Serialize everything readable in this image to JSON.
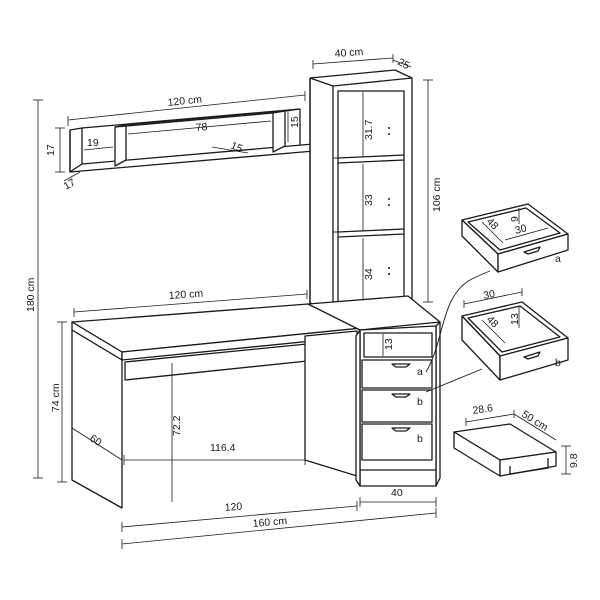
{
  "dimensions": {
    "shelf_width": "120 cm",
    "shelf_inner": "78",
    "shelf_left_compartment": "19",
    "shelf_depth": "15",
    "shelf_side_height": "15",
    "shelf_height": "17",
    "shelf_end_depth": "17",
    "tower_width": "40 cm",
    "tower_depth": "25",
    "tower_height": "106 cm",
    "tower_shelf_1": "31.7",
    "tower_shelf_2": "33",
    "tower_shelf_3": "34",
    "total_height": "180 cm",
    "desk_top_width": "120 cm",
    "desk_height": "74 cm",
    "desk_depth": "60",
    "desk_inner_height": "72.2",
    "desk_inner_width": "116.4",
    "desk_bottom_width": "120",
    "cabinet_width": "40",
    "total_width": "160 cm",
    "cabinet_open_height": "13",
    "drawer_a_width": "30",
    "drawer_a_depth": "48",
    "drawer_a_height": "9",
    "drawer_b_width": "30",
    "drawer_b_depth": "48",
    "drawer_b_height": "13",
    "stand_width": "28.6",
    "stand_depth": "50 cm",
    "stand_height": "9.8"
  },
  "labels": {
    "drawer_a": "a",
    "drawer_b": "b"
  }
}
